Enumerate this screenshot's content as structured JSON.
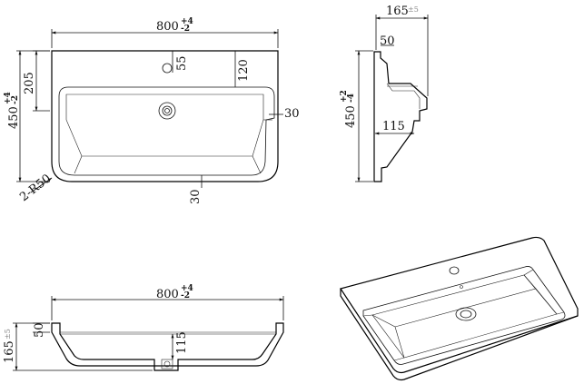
{
  "top_view": {
    "width": {
      "value": "800",
      "tol_plus": "+4",
      "tol_minus": "-2"
    },
    "depth": {
      "value": "450",
      "tol_plus": "+4",
      "tol_minus": "-2"
    },
    "back_to_bowl": "205",
    "tap_hole_offset": "55",
    "tap_to_drain": "120",
    "side_rim": "30",
    "front_rim": "30",
    "corner_radius": "2-R50"
  },
  "side_view": {
    "depth_top": {
      "value": "165",
      "tol": "±5"
    },
    "rim_height": "50",
    "depth": {
      "value": "450",
      "tol_plus": "+2",
      "tol_minus": "-4"
    },
    "bowl_depth": "115"
  },
  "front_view": {
    "width": {
      "value": "800",
      "tol_plus": "+4",
      "tol_minus": "-2"
    },
    "height": {
      "value": "165",
      "tol": "±5"
    },
    "rim_height": "50",
    "bowl_depth": "115"
  }
}
